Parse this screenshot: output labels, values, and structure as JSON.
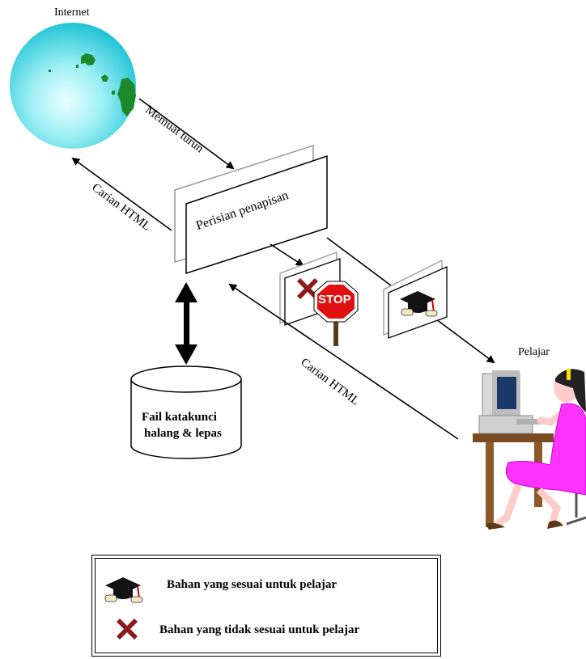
{
  "labels": {
    "internet": "Internet",
    "memuat_turun": "Memuat turun",
    "carian_html_left": "Carian HTML",
    "perisian": "Perisian penapisan",
    "carian_html_center": "Carian HTML",
    "pelajar": "Pelajar",
    "file_line1": "Fail katakunci",
    "file_line2": "halang & lepas",
    "stop": "STOP"
  },
  "legend": {
    "suitable": "Bahan yang sesuai untuk pelajar",
    "unsuitable": "Bahan yang tidak sesuai untuk pelajar"
  },
  "colors": {
    "globe": "#33ccdd",
    "globe_highlight": "#e8ffff",
    "land": "#1a8a2a",
    "stop_sign": "#e01010",
    "cross": "#8b1a1a",
    "student_dress": "#ff33ff",
    "skin": "#ffcccc",
    "hair": "#222222",
    "computer": "#d8d8d8",
    "screen": "#1a3a6a",
    "desk": "#8b5a2b"
  },
  "icons": {
    "graduation_cap": "graduation-cap-icon",
    "cross": "red-cross-icon"
  }
}
